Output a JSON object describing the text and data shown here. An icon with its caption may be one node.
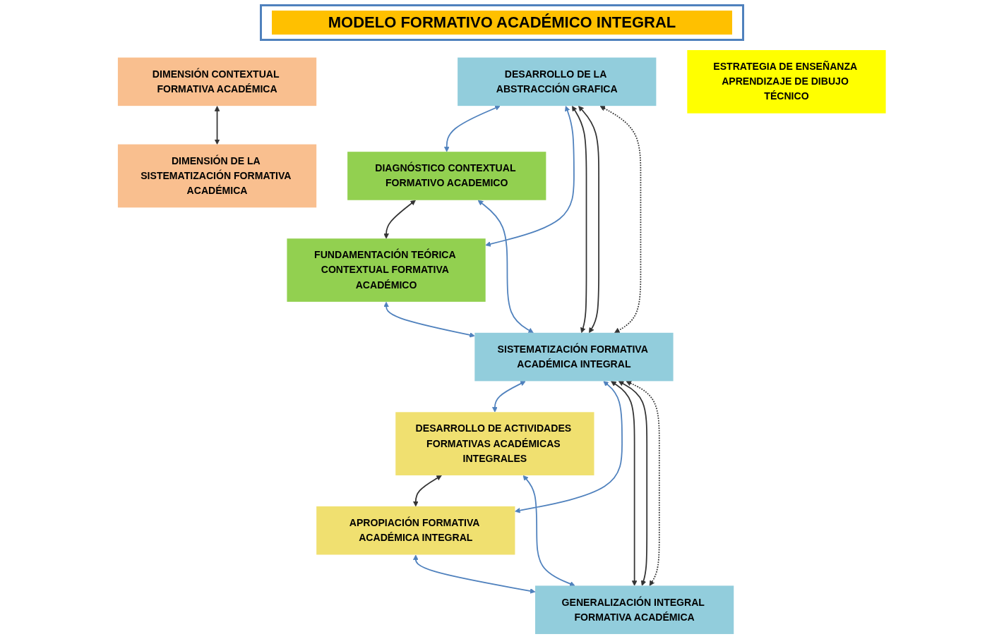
{
  "diagram": {
    "title": "MODELO FORMATIVO ACADÉMICO INTEGRAL",
    "nodes": [
      {
        "text": [
          "DESARROLLO DE LA ABSTRACCIÓN GRAFICA"
        ]
      },
      {
        "text": [
          "DIAGNÓSTICO CONTEXTUAL FORMATIVO ACADEMICO"
        ]
      },
      {
        "text": [
          "FUNDAMENTACIÓN TEÓRICA CONTEXTUAL FORMATIVA ACADÉMICO"
        ]
      },
      {
        "text": [
          "SISTEMATIZACIÓN FORMATIVA ACADÉMICA INTEGRAL"
        ]
      },
      {
        "text": [
          "DESARROLLO DE ACTIVIDADES FORMATIVAS ACADÉMICAS INTEGRALES"
        ]
      },
      {
        "text": [
          "APROPIACIÓN FORMATIVA ACADÉMICA INTEGRAL"
        ]
      },
      {
        "text": [
          "GENERALIZACIÓN INTEGRAL FORMATIVA ACADÉMICA"
        ]
      },
      {
        "text": [
          "DIMENSIÓN CONTEXTUAL FORMATIVA ACADÉMICA"
        ]
      },
      {
        "text": [
          "ESTRATEGIA DE ENSEÑANZA APRENDIZAJE DE DIBUJO TÉCNICO"
        ]
      },
      {
        "text": [
          "DIMENSIÓN DE LA SISTEMATIZACIÓN FORMATIVA ACADÉMICA"
        ]
      }
    ],
    "edges": [
      {
        "from": 0,
        "to": 1,
        "arrow": "both",
        "color": "#4f81bd"
      },
      {
        "from": 0,
        "to": 2,
        "arrow": "both",
        "color": "#4f81bd"
      },
      {
        "from": 0,
        "to": 3,
        "arrow": "both"
      },
      {
        "from": 0,
        "to": 3,
        "arrow": "both"
      },
      {
        "from": 0,
        "to": 3,
        "arrow": "both",
        "style": "dashed"
      },
      {
        "from": 1,
        "to": 2,
        "arrow": "both"
      },
      {
        "from": 1,
        "to": 3,
        "arrow": "both",
        "color": "#4f81bd"
      },
      {
        "from": 2,
        "to": 3,
        "arrow": "both",
        "color": "#4f81bd"
      },
      {
        "from": 3,
        "to": 4,
        "arrow": "both",
        "color": "#4f81bd"
      },
      {
        "from": 3,
        "to": 5,
        "arrow": "both",
        "color": "#4f81bd"
      },
      {
        "from": 3,
        "to": 6,
        "arrow": "both"
      },
      {
        "from": 3,
        "to": 6,
        "arrow": "both"
      },
      {
        "from": 3,
        "to": 6,
        "arrow": "both",
        "style": "dashed"
      },
      {
        "from": 4,
        "to": 5,
        "arrow": "both"
      },
      {
        "from": 4,
        "to": 6,
        "arrow": "both",
        "color": "#4f81bd"
      },
      {
        "from": 5,
        "to": 6,
        "arrow": "both",
        "color": "#4f81bd"
      },
      {
        "from": 7,
        "to": 9,
        "arrow": "both"
      }
    ]
  }
}
